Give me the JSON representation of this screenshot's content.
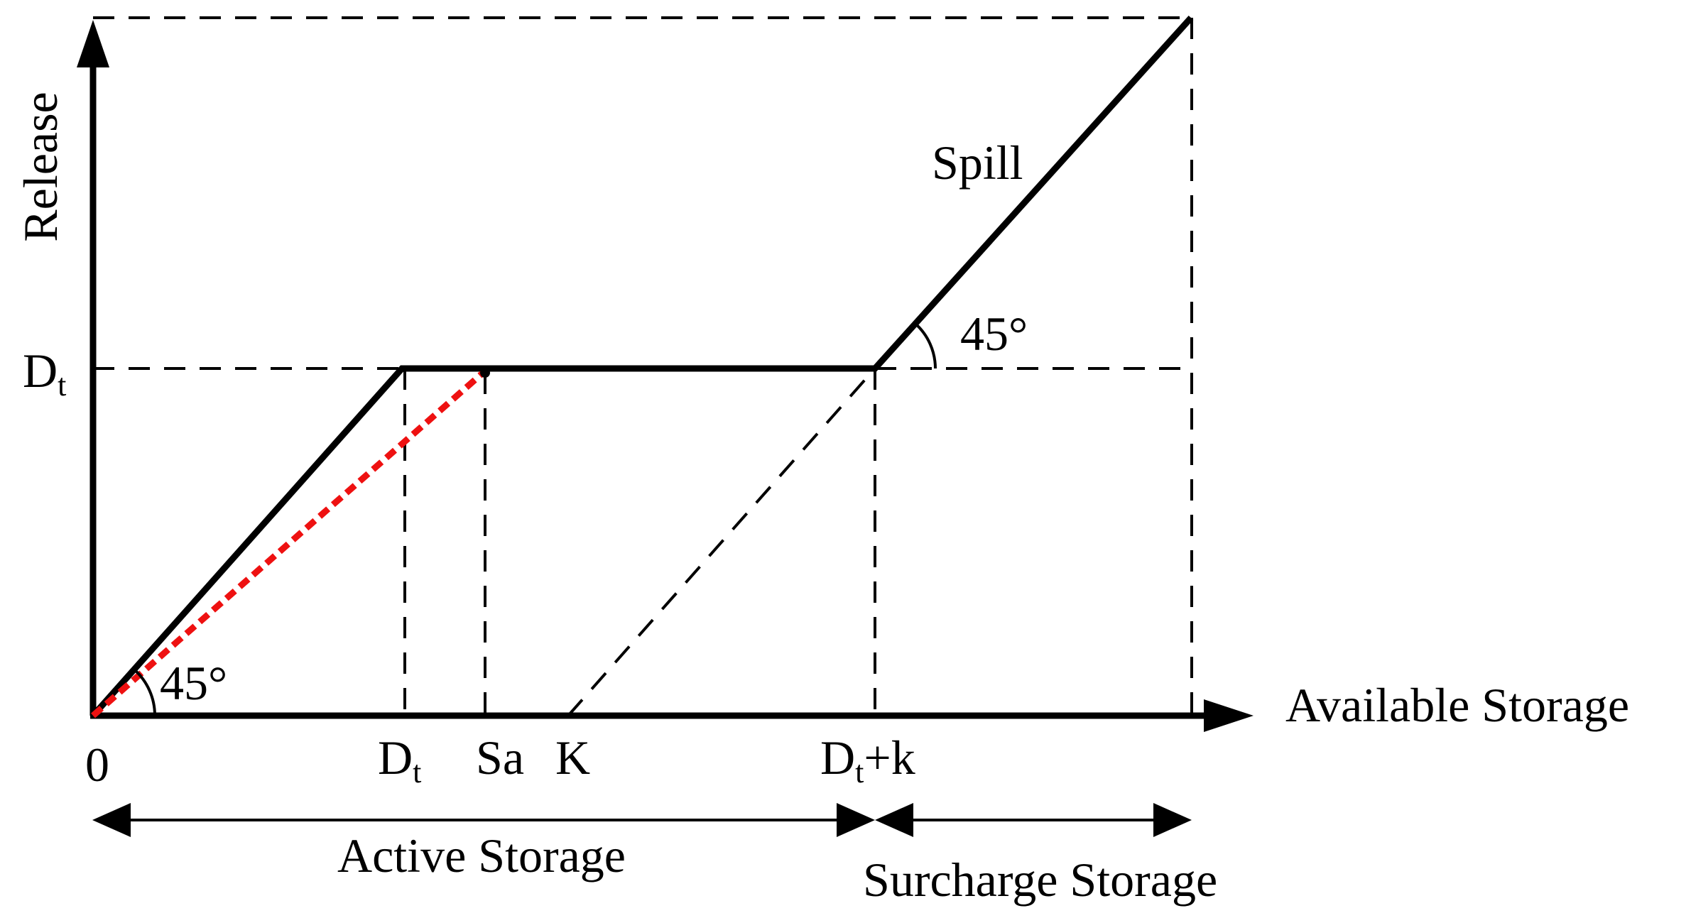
{
  "labels": {
    "y_axis": "Release",
    "x_axis": "Available Storage",
    "origin": "0",
    "dt_main": "D",
    "dt_sub": "t",
    "sa": "Sa",
    "k": "K",
    "dtk_main": "D",
    "dtk_sub": "t",
    "dtk_suffix": "+k",
    "spill": "Spill",
    "angle_upper": "45°",
    "angle_lower": "45°",
    "active_storage": "Active Storage",
    "surcharge_storage": "Surcharge Storage"
  },
  "colors": {
    "line": "#000000",
    "hedging": "#ee1111",
    "origin_label": "#1a3f66"
  }
}
